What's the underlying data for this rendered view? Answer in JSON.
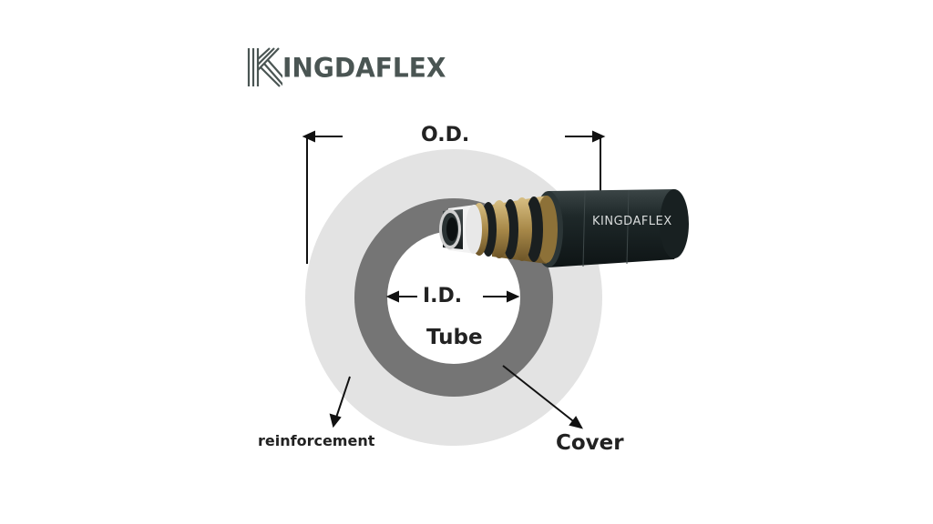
{
  "brand": {
    "logo_text": "INGDAFLEX",
    "logo_full": "KINGDAFLEX",
    "hose_logo_text": "KINGDAFLEX"
  },
  "labels": {
    "outer_diameter": "O.D.",
    "inner_diameter": "I.D.",
    "tube": "Tube",
    "cover": "Cover",
    "reinforcement": "reinforcement"
  },
  "colors": {
    "outer_ring": "#e3e3e3",
    "inner_ring": "#757575",
    "hole": "#ffffff",
    "hose_cover": "#1f2a2b",
    "reinforcement_brass": "#b89a5a",
    "text": "#222222",
    "logo": "#4a5553"
  }
}
